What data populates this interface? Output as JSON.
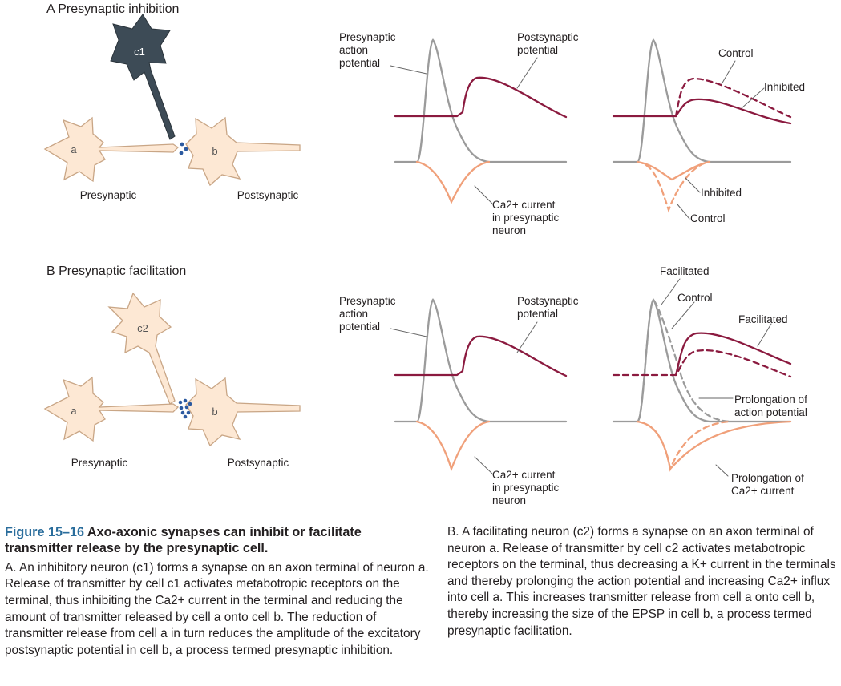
{
  "panel_a": {
    "title": "A  Presynaptic inhibition",
    "cell_c1": "c1",
    "cell_a": "a",
    "cell_b": "b",
    "presynaptic": "Presynaptic",
    "postsynaptic": "Postsynaptic",
    "pre_ap_1": "Presynaptic",
    "pre_ap_2": "action",
    "pre_ap_3": "potential",
    "post_pot_1": "Postsynaptic",
    "post_pot_2": "potential",
    "ca_1": "Ca2+ current",
    "ca_2": "in presynaptic",
    "ca_3": "neuron",
    "control_top": "Control",
    "inhibited_top": "Inhibited",
    "inhibited_bottom": "Inhibited",
    "control_bottom": "Control"
  },
  "panel_b": {
    "title": "B  Presynaptic facilitation",
    "cell_c2": "c2",
    "cell_a": "a",
    "cell_b": "b",
    "presynaptic": "Presynaptic",
    "postsynaptic": "Postsynaptic",
    "pre_ap_1": "Presynaptic",
    "pre_ap_2": "action",
    "pre_ap_3": "potential",
    "post_pot_1": "Postsynaptic",
    "post_pot_2": "potential",
    "ca_1": "Ca2+ current",
    "ca_2": "in presynaptic",
    "ca_3": "neuron",
    "facilitated_top": "Facilitated",
    "control": "Control",
    "facilitated_right": "Facilitated",
    "prolong_ap_1": "Prolongation of",
    "prolong_ap_2": "action potential",
    "prolong_ca_1": "Prolongation of",
    "prolong_ca_2": "Ca2+ current"
  },
  "caption": {
    "figure_number": "Figure 15–16",
    "figure_title": "Axo-axonic synapses can inhibit or facilitate transmitter release by the presynaptic cell.",
    "a_text": "A. An inhibitory neuron (c1) forms a synapse on an axon terminal of neuron a. Release of transmitter by cell c1 activates metabotropic receptors on the terminal, thus inhibiting the Ca2+ current in the terminal and reducing the amount of transmitter released by cell a onto cell b. The reduction of transmitter release from cell a in turn reduces the amplitude of the excitatory postsynaptic potential in cell b, a process termed presynaptic inhibition.",
    "b_text": "B. A facilitating neuron (c2) forms a synapse on an axon terminal of neuron a. Release of transmitter by cell c2 activates metabotropic receptors on the terminal, thus decreasing a K+ current in the terminals and thereby prolonging the action potential and increasing Ca2+ influx into cell a. This increases transmitter release from cell a onto cell b, thereby increasing the size of the EPSP in cell b, a process termed presynaptic facilitation."
  },
  "colors": {
    "postsynaptic": "#8b1a3f",
    "action_potential": "#9b9b9b",
    "calcium": "#f0a07a",
    "neuron_fill": "#fde8d4",
    "neuron_c1": "#3d4b56",
    "caption_title": "#2a6d9c",
    "vesicle": "#2c5aa0"
  }
}
